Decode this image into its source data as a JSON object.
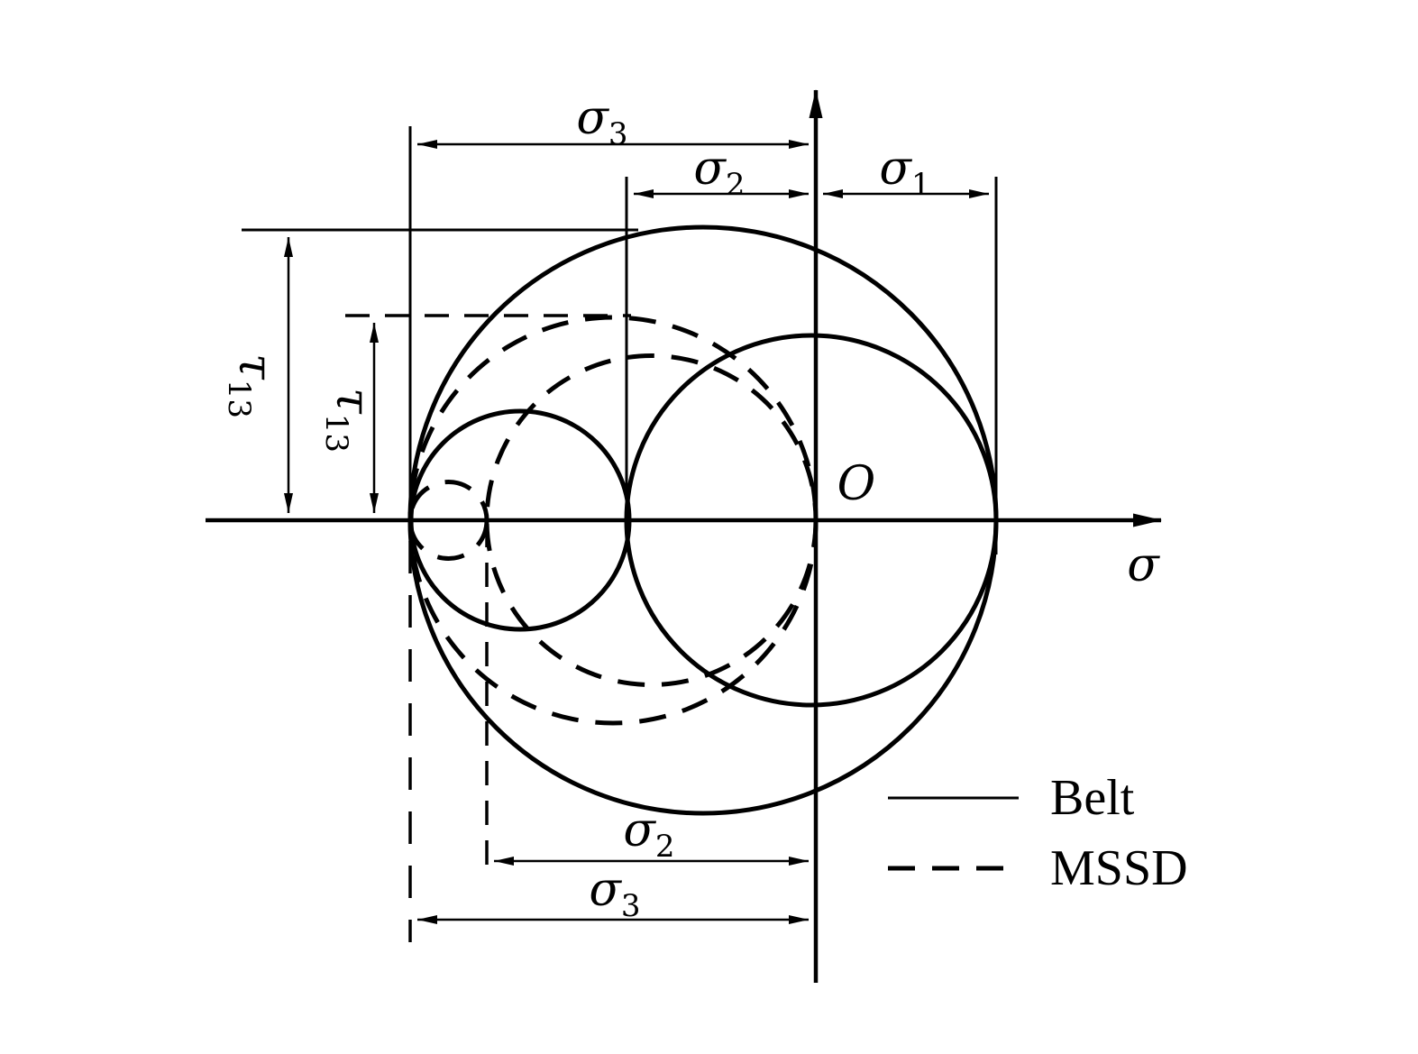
{
  "figure": {
    "type": "mohr-circle-diagram",
    "axis": {
      "sigma_label": "σ",
      "origin_label": "O"
    },
    "labels": {
      "sigma1_top": {
        "base": "σ",
        "sub": "1"
      },
      "sigma2_top": {
        "base": "σ",
        "sub": "2"
      },
      "sigma3_top": {
        "base": "σ",
        "sub": "3"
      },
      "sigma2_bottom": {
        "base": "σ",
        "sub": "2"
      },
      "sigma3_bottom": {
        "base": "σ",
        "sub": "3"
      },
      "tau13_outer": {
        "base": "τ",
        "sub": "13"
      },
      "tau13_inner": {
        "base": "τ",
        "sub": "13"
      }
    },
    "legend": {
      "belt": {
        "label": "Belt",
        "line_style": "solid"
      },
      "mssd": {
        "label": "MSSD",
        "line_style": "dashed"
      }
    }
  }
}
